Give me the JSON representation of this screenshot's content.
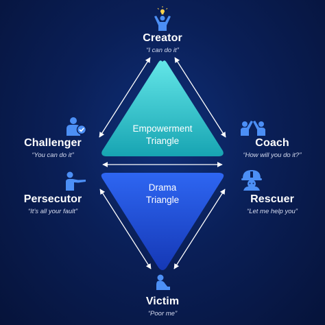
{
  "triangles": {
    "empowerment": [
      "Empowerment",
      "Triangle"
    ],
    "drama": [
      "Drama",
      "Triangle"
    ]
  },
  "roles": {
    "creator": {
      "name": "Creator",
      "quote": "“I can do it”",
      "icon": "creator-lightbulb-icon"
    },
    "challenger": {
      "name": "Challenger",
      "quote": "“You can do it”",
      "icon": "challenger-person-check-icon"
    },
    "coach": {
      "name": "Coach",
      "quote": "“How will you do it?”",
      "icon": "coach-high-five-icon"
    },
    "persecutor": {
      "name": "Persecutor",
      "quote": "“It’s all your fault”",
      "icon": "persecutor-pointing-icon"
    },
    "rescuer": {
      "name": "Rescuer",
      "quote": "“Let me help you”",
      "icon": "rescuer-helmet-icon"
    },
    "victim": {
      "name": "Victim",
      "quote": "“Poor me”",
      "icon": "victim-sitting-icon"
    }
  },
  "colors": {
    "background": "#0a1f57",
    "empowerment_top": "#5be3e6",
    "empowerment_bottom": "#1aa7b4",
    "drama_top": "#2c63f0",
    "drama_bottom": "#173fc0",
    "icon": "#4c8ff5",
    "arrow": "#ffffff"
  }
}
